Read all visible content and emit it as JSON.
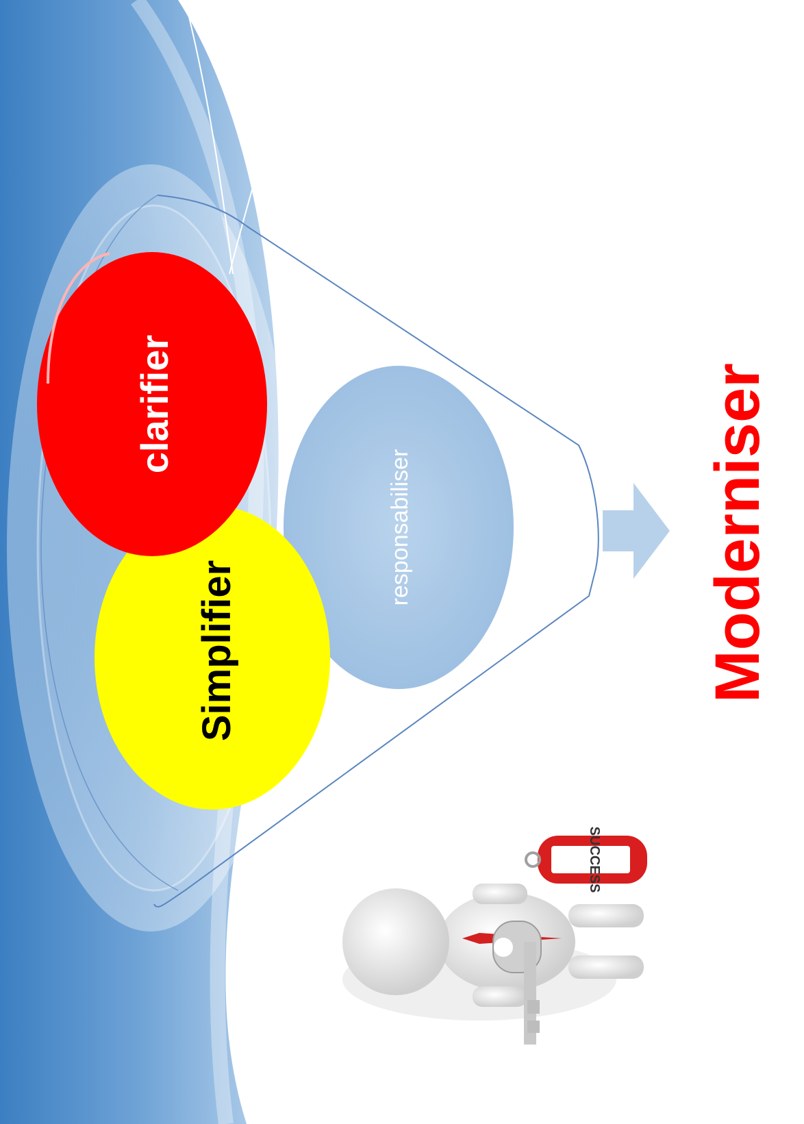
{
  "labels": {
    "clarifier": "clarifier",
    "simplifier": "Simplifier",
    "responsabiliser": "responsabiliser",
    "moderniser": "Moderniser",
    "keychain_tag": "SUCCESS"
  },
  "colors": {
    "background": "#ffffff",
    "wave_dark": "#3f82c4",
    "wave_light": "#a9c8e6",
    "clarifier_fill": "#ff0000",
    "simplifier_fill": "#ffff00",
    "responsabiliser_fill": "#a8c7e4",
    "moderniser_text": "#ff0000",
    "arrow_fill": "#b8d1ea",
    "funnel_line": "#5a86c0"
  },
  "icons": {
    "person": "figure-with-key-icon",
    "arrow": "right-arrow-icon"
  }
}
